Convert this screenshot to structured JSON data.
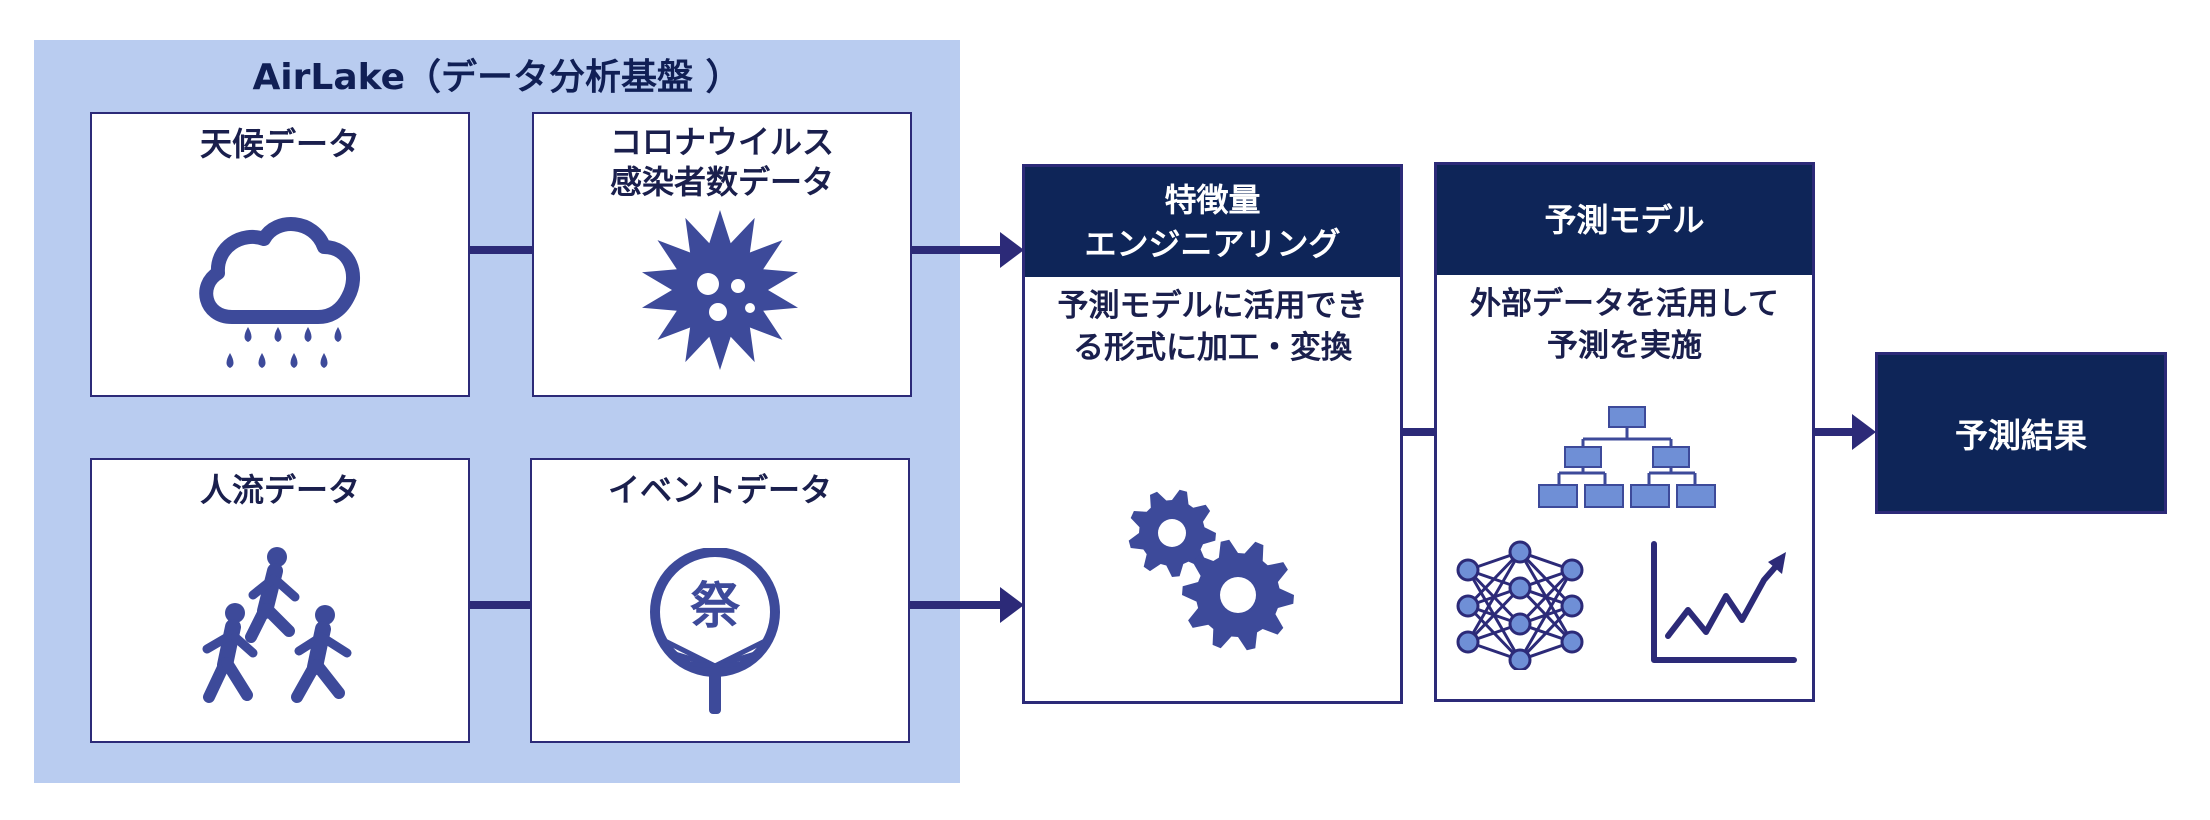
{
  "diagram": {
    "lake_title": "AirLake（データ分析基盤 ）",
    "sources": {
      "weather": "天候データ",
      "corona": [
        "コロナウイルス",
        "感染者数データ"
      ],
      "people": "人流データ",
      "event": "イベントデータ",
      "festival_glyph": "祭"
    },
    "feature": {
      "head": [
        "特徴量",
        "エンジニアリング"
      ],
      "desc": [
        "予測モデルに活用でき",
        "る形式に加工・変換"
      ]
    },
    "model": {
      "head": "予測モデル",
      "desc": [
        "外部データを活用して",
        "予測を実施"
      ]
    },
    "result": "予測結果",
    "colors": {
      "lake_bg": "#b9ccf0",
      "header_navy": "#0e2558",
      "icon_indigo": "#3d4a9a",
      "icon_fill_light": "#6f8fd6",
      "border": "#2c2a78"
    },
    "icons": [
      "rain-cloud-icon",
      "virus-icon",
      "people-walking-icon",
      "uchiwa-fan-icon",
      "gears-icon",
      "hierarchy-icon",
      "neural-network-icon",
      "growth-chart-icon"
    ]
  }
}
